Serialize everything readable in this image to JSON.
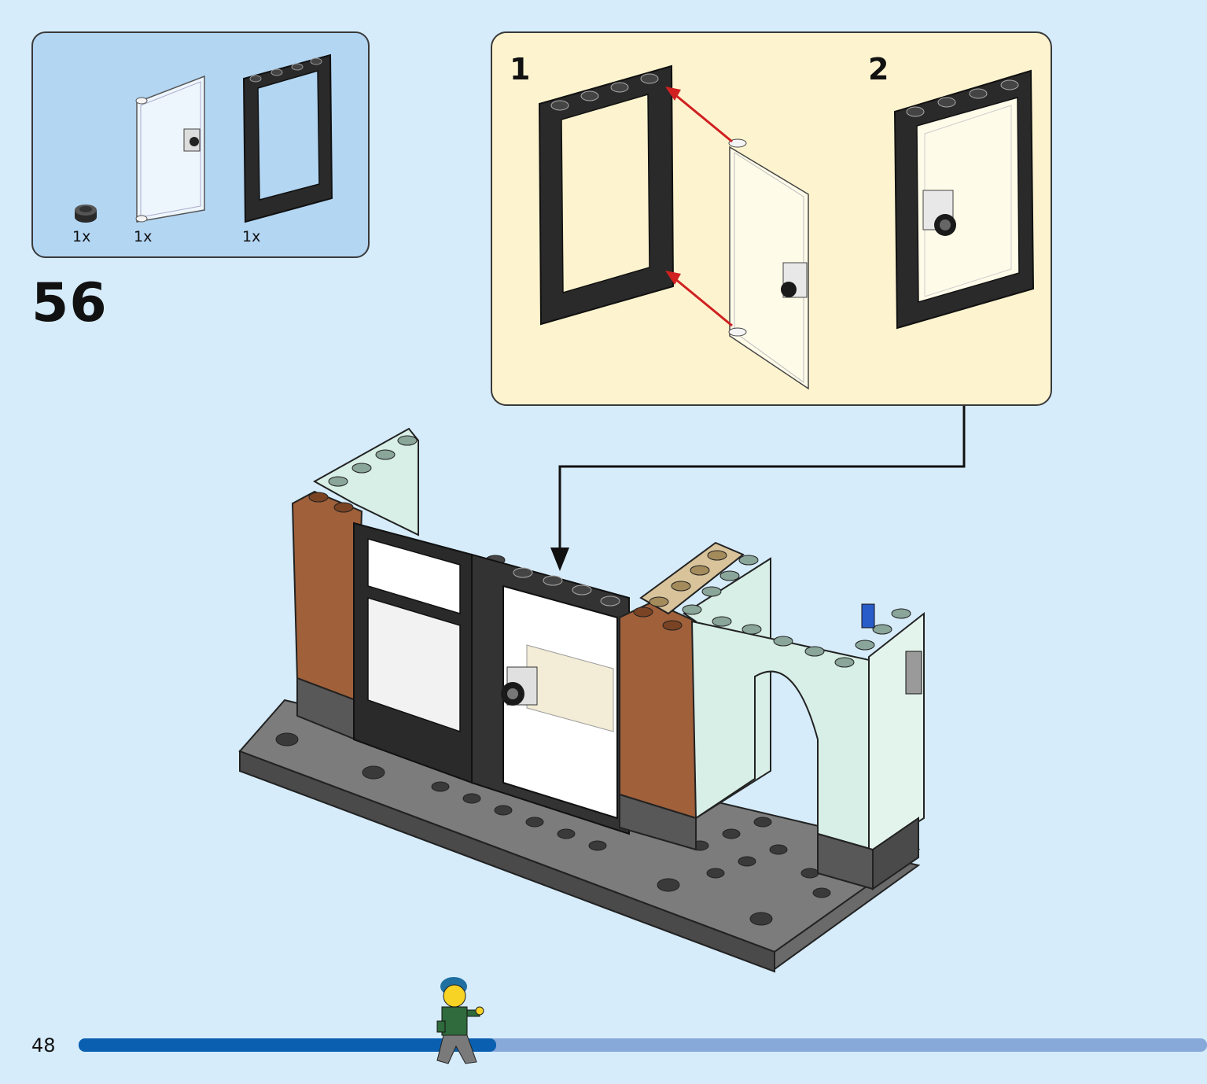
{
  "parts_list": {
    "items": [
      {
        "name": "round-plate-1x1",
        "quantity": "1x",
        "color": "#2a2a2a"
      },
      {
        "name": "transparent-door-panel",
        "quantity": "1x",
        "color": "#eef6fd"
      },
      {
        "name": "door-frame-1x4x6",
        "quantity": "1x",
        "color": "#2a2a2a"
      }
    ]
  },
  "step": {
    "number": "56"
  },
  "subassembly": {
    "substeps": [
      {
        "number": "1"
      },
      {
        "number": "2"
      }
    ]
  },
  "page": {
    "number": "48"
  },
  "progress": {
    "fraction": 0.37,
    "filled_color": "#0a5fb0",
    "track_color": "#86a9d9"
  },
  "colors": {
    "background": "#d6ecfb",
    "parts_panel": "#b3d6f3",
    "subassembly_panel": "#fdf4cf",
    "assembly_arrow": "#d02020",
    "brick_brown": "#a0603a",
    "sand_green_light": "#d7efe6",
    "dark_gray": "#555555"
  },
  "icons": {
    "callout_arrow": "arrow-down-icon",
    "minifigure": "minifigure-runner-icon"
  }
}
